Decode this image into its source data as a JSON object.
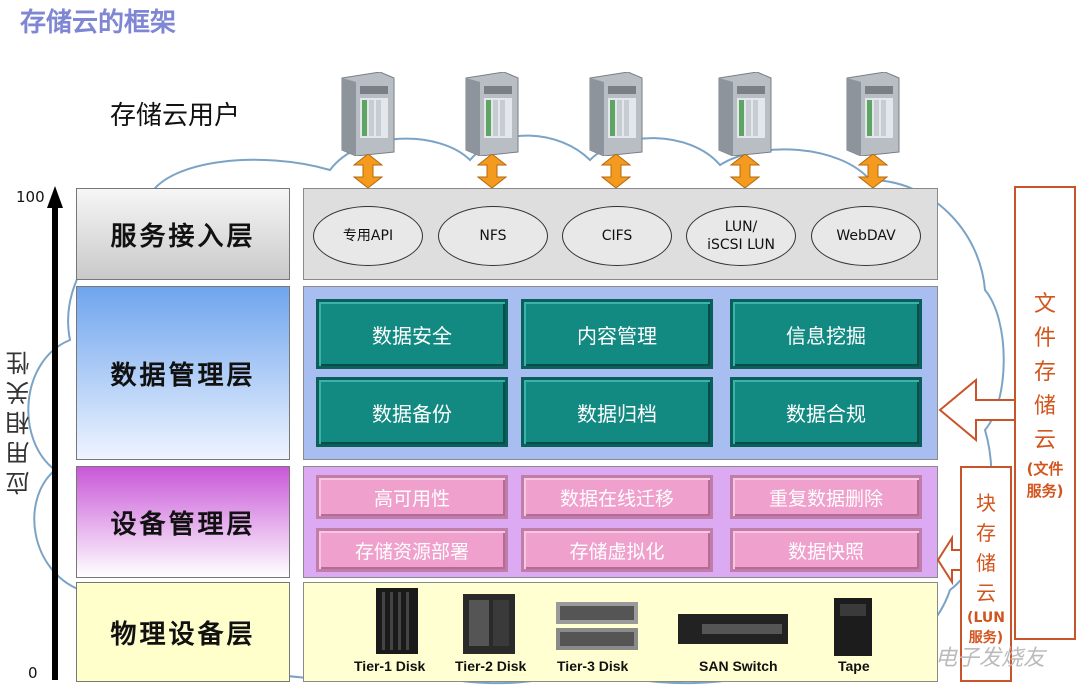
{
  "title": "存储云的框架",
  "users_label": "存储云用户",
  "servers": [
    "server-1",
    "server-2",
    "server-3",
    "server-4",
    "server-5"
  ],
  "axis": {
    "top": "100",
    "bottom": "0",
    "label": "应用相关性"
  },
  "layers": [
    {
      "label": "服务接入层"
    },
    {
      "label": "数据管理层"
    },
    {
      "label": "设备管理层"
    },
    {
      "label": "物理设备层"
    }
  ],
  "protocols": [
    {
      "line1": "专用API",
      "line2": ""
    },
    {
      "line1": "NFS",
      "line2": ""
    },
    {
      "line1": "CIFS",
      "line2": ""
    },
    {
      "line1": "LUN/",
      "line2": "iSCSI LUN"
    },
    {
      "line1": "WebDAV",
      "line2": ""
    }
  ],
  "data_mgmt": [
    "数据安全",
    "内容管理",
    "信息挖掘",
    "数据备份",
    "数据归档",
    "数据合规"
  ],
  "device_mgmt": [
    "高可用性",
    "数据在线迁移",
    "重复数据删除",
    "存储资源部署",
    "存储虚拟化",
    "数据快照"
  ],
  "devices": [
    "Tier-1 Disk",
    "Tier-2 Disk",
    "Tier-3 Disk",
    "SAN Switch",
    "Tape"
  ],
  "file_storage": {
    "chars": [
      "文",
      "件",
      "存",
      "储",
      "云"
    ],
    "sub1": "(文件",
    "sub2": "服务)"
  },
  "block_storage": {
    "chars": [
      "块",
      "存",
      "储",
      "云"
    ],
    "sub1": "(LUN",
    "sub2": "服务)"
  },
  "watermark": "电子发烧友",
  "colors": {
    "teal": "#128a82",
    "pink": "#f0a0cc",
    "arrow": "#f39a1f",
    "side_border": "#c9542a",
    "title": "#7f86d4"
  }
}
